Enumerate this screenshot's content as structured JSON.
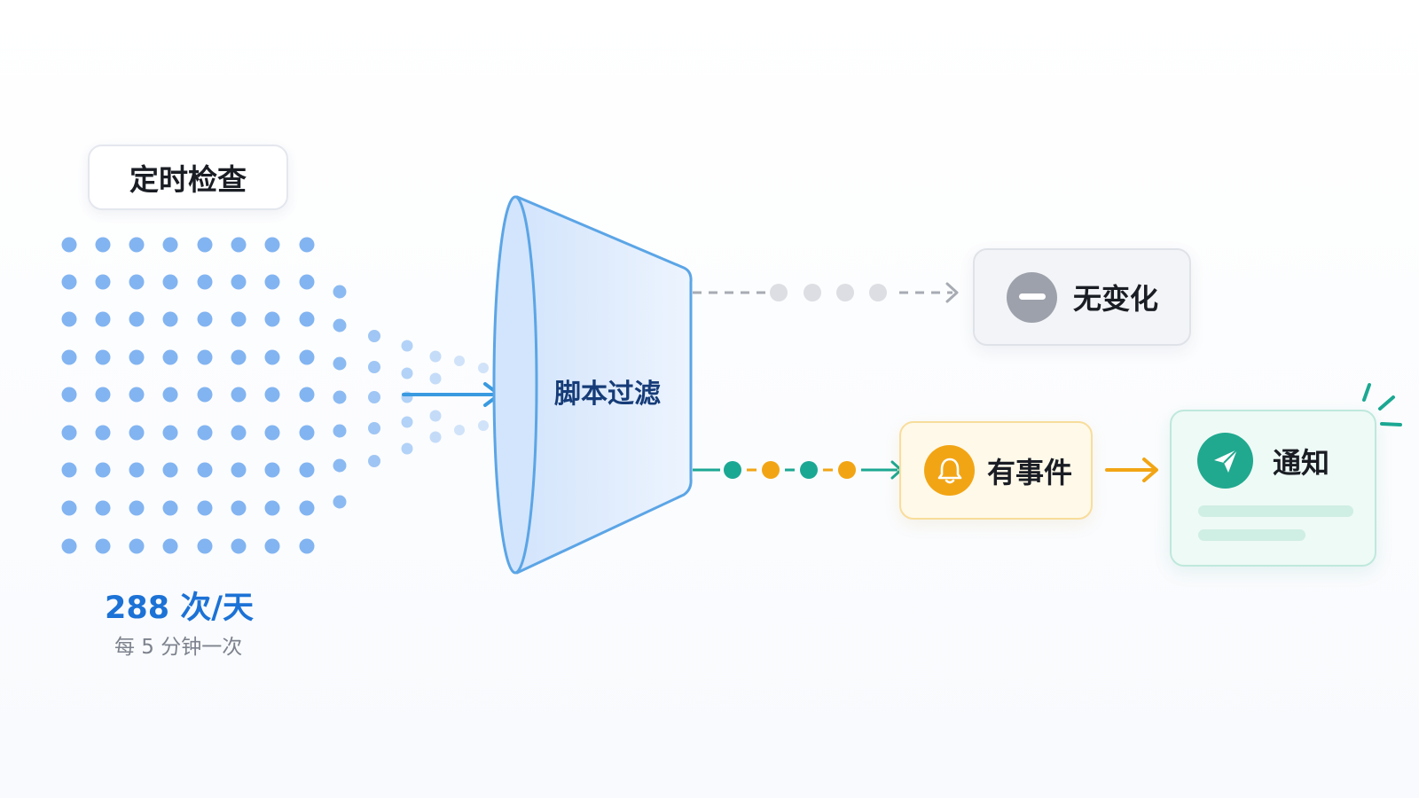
{
  "labels": {
    "scheduled_check": "定时检查",
    "script_filter": "脚本过滤",
    "no_change": "无变化",
    "has_event": "有事件",
    "notify": "通知"
  },
  "frequency": {
    "value": "288 次/天",
    "note": "每 5 分钟一次"
  },
  "icons": {
    "no_change": "minus-icon",
    "has_event": "bell-icon",
    "notify": "send-icon"
  },
  "colors": {
    "dots": "#77aef0",
    "arrow_in": "#3a9ae0",
    "funnel_fill": "#e3effd",
    "funnel_stroke": "#5ba5e6",
    "gray_path": "#a7abb3",
    "teal": "#1ba893",
    "orange": "#f2a514"
  }
}
